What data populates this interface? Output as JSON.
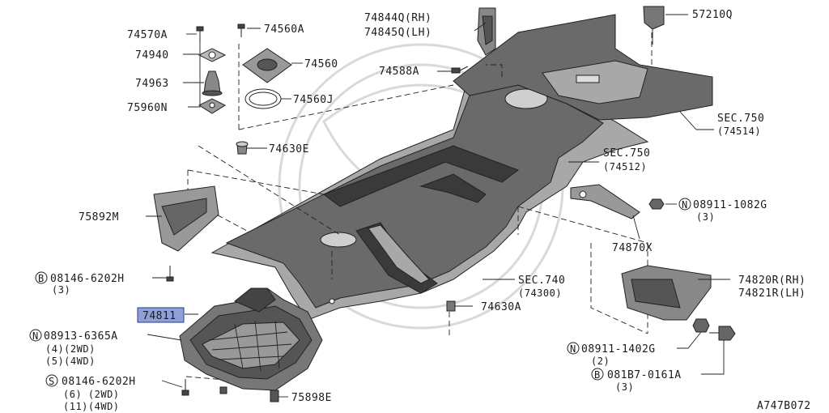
{
  "diagram_id": "A747B072",
  "highlighted_part": "74811",
  "highlight_color": "#8fa0d6",
  "labels": {
    "p74570A": "74570A",
    "p74560A": "74560A",
    "p74940": "74940",
    "p74560": "74560",
    "p74963": "74963",
    "p74560J": "74560J",
    "p75960N": "75960N",
    "p74630E": "74630E",
    "p74844Q": "74844Q(RH)",
    "p74845Q": "74845Q(LH)",
    "p74588A": "74588A",
    "p57210Q": "57210Q",
    "sec750a": "SEC.750",
    "sec750a_ref": "(74514)",
    "sec750b": "SEC.750",
    "sec750b_ref": "(74512)",
    "p08911_1082G": "08911-1082G",
    "p08911_1082G_qty": "(3)",
    "p74870X": "74870X",
    "p75892M": "75892M",
    "p08146_6202H_top": "08146-6202H",
    "p08146_6202H_top_qty": "(3)",
    "sec740": "SEC.740",
    "sec740_ref": "(74300)",
    "p74820R": "74820R(RH)",
    "p74821R": "74821R(LH)",
    "p74811": "74811",
    "p74630A": "74630A",
    "p08913_6365A": "08913-6365A",
    "p08913_qty_2wd": "(4)(2WD)",
    "p08913_qty_4wd": "(5)(4WD)",
    "p08911_1402G": "08911-1402G",
    "p08911_1402G_qty": "(2)",
    "p08146_6202H_bot": "08146-6202H",
    "p08146_6202H_bot_qty_2wd": "(6)  (2WD)",
    "p08146_6202H_bot_qty_4wd": "(11)(4WD)",
    "p081B7_0161A": "081B7-0161A",
    "p081B7_0161A_qty": "(3)",
    "p75898E": "75898E"
  },
  "circle_prefixes": {
    "nut": "N",
    "bolt": "B",
    "screw": "S"
  },
  "diagram_code": "A747B072"
}
